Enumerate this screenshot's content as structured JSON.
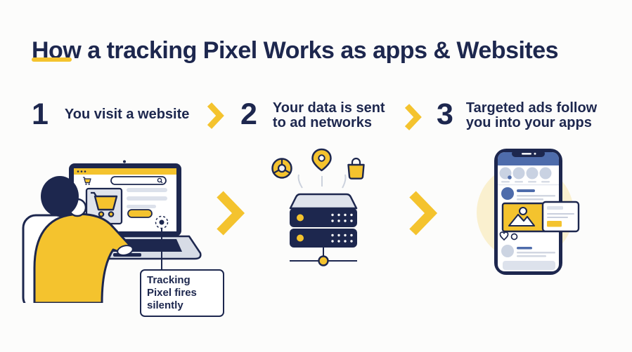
{
  "title": "How a tracking Pixel Works as apps & Websites",
  "steps": [
    {
      "number": "1",
      "label": "You visit a website"
    },
    {
      "number": "2",
      "label": "Your data is sent to ad networks"
    },
    {
      "number": "3",
      "label": "Targeted ads follow you into your apps"
    }
  ],
  "callout": {
    "text": "Tracking Pixel fires silently"
  },
  "icons": {
    "arrow": "yellow chevron-right",
    "browser": "browser swirl circle",
    "location": "map pin",
    "bag": "shopping bag",
    "cart": "shopping cart",
    "search": "magnifier",
    "heart": "heart outline",
    "comment": "comment bubble outline",
    "tracking_pixel": "dot with dashed circle"
  },
  "colors": {
    "navy": "#1d274e",
    "yellow": "#f4c32e",
    "blue": "#4e6cab",
    "pale_yellow": "#faf0cf",
    "light_gray": "#dce1eb",
    "background": "#fcfcfb"
  }
}
